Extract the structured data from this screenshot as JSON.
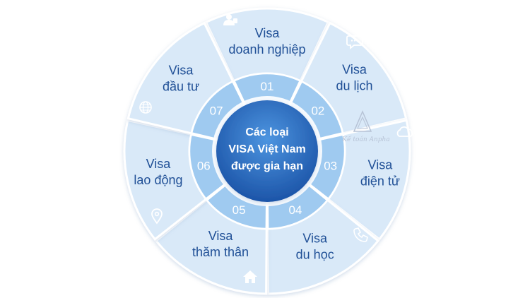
{
  "center": {
    "lines": [
      "Các loại",
      "VISA Việt Nam",
      "được gia hạn"
    ]
  },
  "segments": [
    {
      "number": "01",
      "lines": [
        "Visa",
        "doanh nghiệp"
      ],
      "icon": "user-icon"
    },
    {
      "number": "02",
      "lines": [
        "Visa",
        "du lịch"
      ],
      "icon": "chat-icon"
    },
    {
      "number": "03",
      "lines": [
        "Visa",
        "điện tử"
      ],
      "icon": "cloud-icon"
    },
    {
      "number": "04",
      "lines": [
        "Visa",
        "du học"
      ],
      "icon": "phone-icon"
    },
    {
      "number": "05",
      "lines": [
        "Visa",
        "thăm thân"
      ],
      "icon": "home-icon"
    },
    {
      "number": "06",
      "lines": [
        "Visa",
        "lao động"
      ],
      "icon": "location-pin-icon"
    },
    {
      "number": "07",
      "lines": [
        "Visa",
        "đầu tư"
      ],
      "icon": "globe-icon"
    }
  ],
  "watermark": {
    "text": "Kế toán Anpha"
  },
  "colors": {
    "outer_segment": "#d9e9f8",
    "outer_stroke": "#ffffff",
    "number_ring": "#9fcaf0",
    "center_dark": "#1d59b0",
    "center_light": "#3d86d6",
    "label_text": "#1f4f96"
  }
}
